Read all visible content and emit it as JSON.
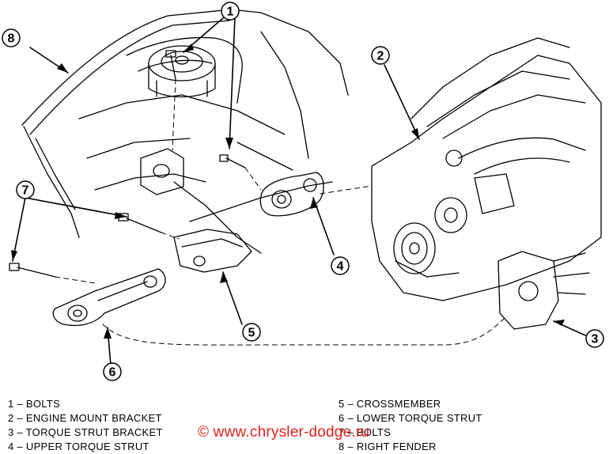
{
  "callouts": [
    "1",
    "2",
    "3",
    "4",
    "5",
    "6",
    "7",
    "8"
  ],
  "legend_left": [
    "1 – BOLTS",
    "2 – ENGINE MOUNT BRACKET",
    "3 – TORQUE STRUT BRACKET",
    "4 – UPPER TORQUE STRUT"
  ],
  "legend_right": [
    "5 – CROSSMEMBER",
    "6 – LOWER TORQUE STRUT",
    "7 – BOLTS",
    "8 – RIGHT FENDER"
  ],
  "watermark": "© www.chrysler-dodge.ru",
  "colors": {
    "line": "#000000",
    "watermark": "#e2231a"
  }
}
